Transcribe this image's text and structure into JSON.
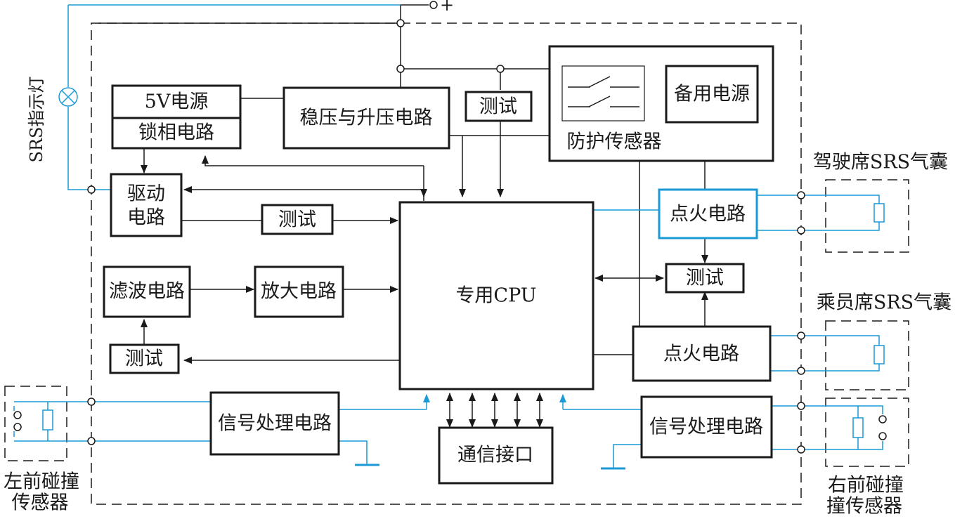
{
  "labels": {
    "v5": "5V电源",
    "pll": "锁相电路",
    "regulator": "稳压与升压电路",
    "test_top": "测试",
    "protect": "防护传感器",
    "backup": "备用电源",
    "drive_1": "驱动",
    "drive_2": "电路",
    "test_drive": "测试",
    "cpu": "专用CPU",
    "ignite_top": "点火电路",
    "test_right": "测试",
    "filter": "滤波电路",
    "amp": "放大电路",
    "test_filter": "测试",
    "ignite_bottom": "点火电路",
    "sig_left": "信号处理电路",
    "sig_right": "信号处理电路",
    "comm": "通信接口",
    "srs_lamp": "SRS指示灯",
    "plus": "+",
    "driver_airbag": "驾驶席SRS气囊",
    "passenger_airbag": "乘员席SRS气囊",
    "left_sensor_1": "左前碰撞",
    "left_sensor_2": "传感器",
    "right_sensor_1": "右前碰撞",
    "right_sensor_2": "撞传感器"
  },
  "colors": {
    "wire": "#1a1a1a",
    "signal": "#1a9ad6"
  }
}
